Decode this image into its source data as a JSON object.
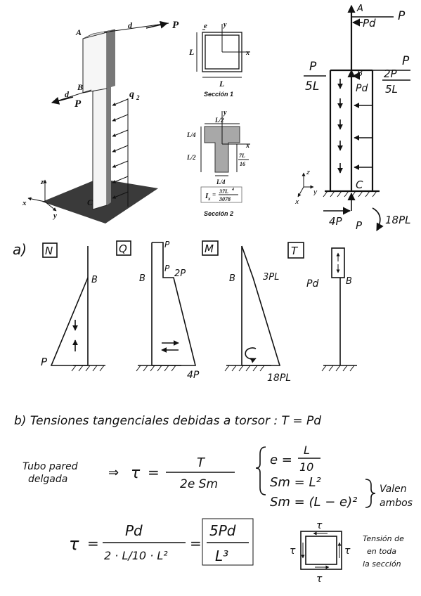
{
  "figure": {
    "labels": {
      "A": "A",
      "B": "B",
      "C": "C",
      "d": "d",
      "P": "P",
      "q2": "q",
      "q2_sub": "2",
      "x": "x",
      "y": "y",
      "z": "z"
    }
  },
  "section1": {
    "e": "e",
    "y": "y",
    "x": "x",
    "L_side": "L",
    "L_bottom": "L",
    "caption": "Sección 1"
  },
  "section2": {
    "y": "y",
    "x": "x",
    "top": "L/2",
    "left1": "L/4",
    "left2": "L/2",
    "right_num": "7L",
    "right_den": "16",
    "bottom": "L/4",
    "I_label": "I",
    "I_sub": "x",
    "I_eq": "=",
    "I_num": "37L",
    "I_num_exp": "4",
    "I_den": "3078",
    "caption": "Sección 2"
  },
  "fbd": {
    "A": "A",
    "Pd_top": "Pd",
    "P_top": "P",
    "B": "B",
    "P_left_num": "P",
    "P_left_den": "5L",
    "Pd_mid": "Pd",
    "P_right": "P",
    "twoP_num": "2P",
    "twoP_den": "5L",
    "C": "C",
    "z": "z",
    "x": "x",
    "y": "y",
    "fourP": "4P",
    "P_bottom": "P",
    "eighteenPL": "18PL"
  },
  "diagrams": {
    "part": "a)",
    "N": {
      "title": "N",
      "B": "B",
      "P": "P"
    },
    "Q": {
      "title": "Q",
      "B": "B",
      "P1": "P",
      "P2": "P",
      "twoP": "2P",
      "fourP": "4P"
    },
    "M": {
      "title": "M",
      "B": "B",
      "threePL": "3PL",
      "eighteenPL": "18PL"
    },
    "T": {
      "title": "T",
      "Pd": "Pd",
      "B": "B"
    }
  },
  "part_b": {
    "heading": "b) Tensiones tangenciales debidas a torsor : T = Pd",
    "line1": "Tubo pared",
    "line2": "delgada",
    "tau": "τ",
    "frac_num": "T",
    "frac_den": "2e Sm",
    "e_eq": "e =",
    "e_num": "L",
    "e_den": "10",
    "sm1": "Sm = L²",
    "sm2": "Sm = (L − e)²",
    "valen1": "Valen",
    "valen2": "ambos",
    "frac2_num": "Pd",
    "frac2_den": "2 · L/10 · L²",
    "result_num": "5Pd",
    "result_den": "L³",
    "note1": "Tensión de",
    "note2": "en toda",
    "note3": "la sección",
    "tau_top": "τ",
    "tau_left": "τ",
    "tau_right": "τ",
    "tau_bottom": "τ"
  }
}
